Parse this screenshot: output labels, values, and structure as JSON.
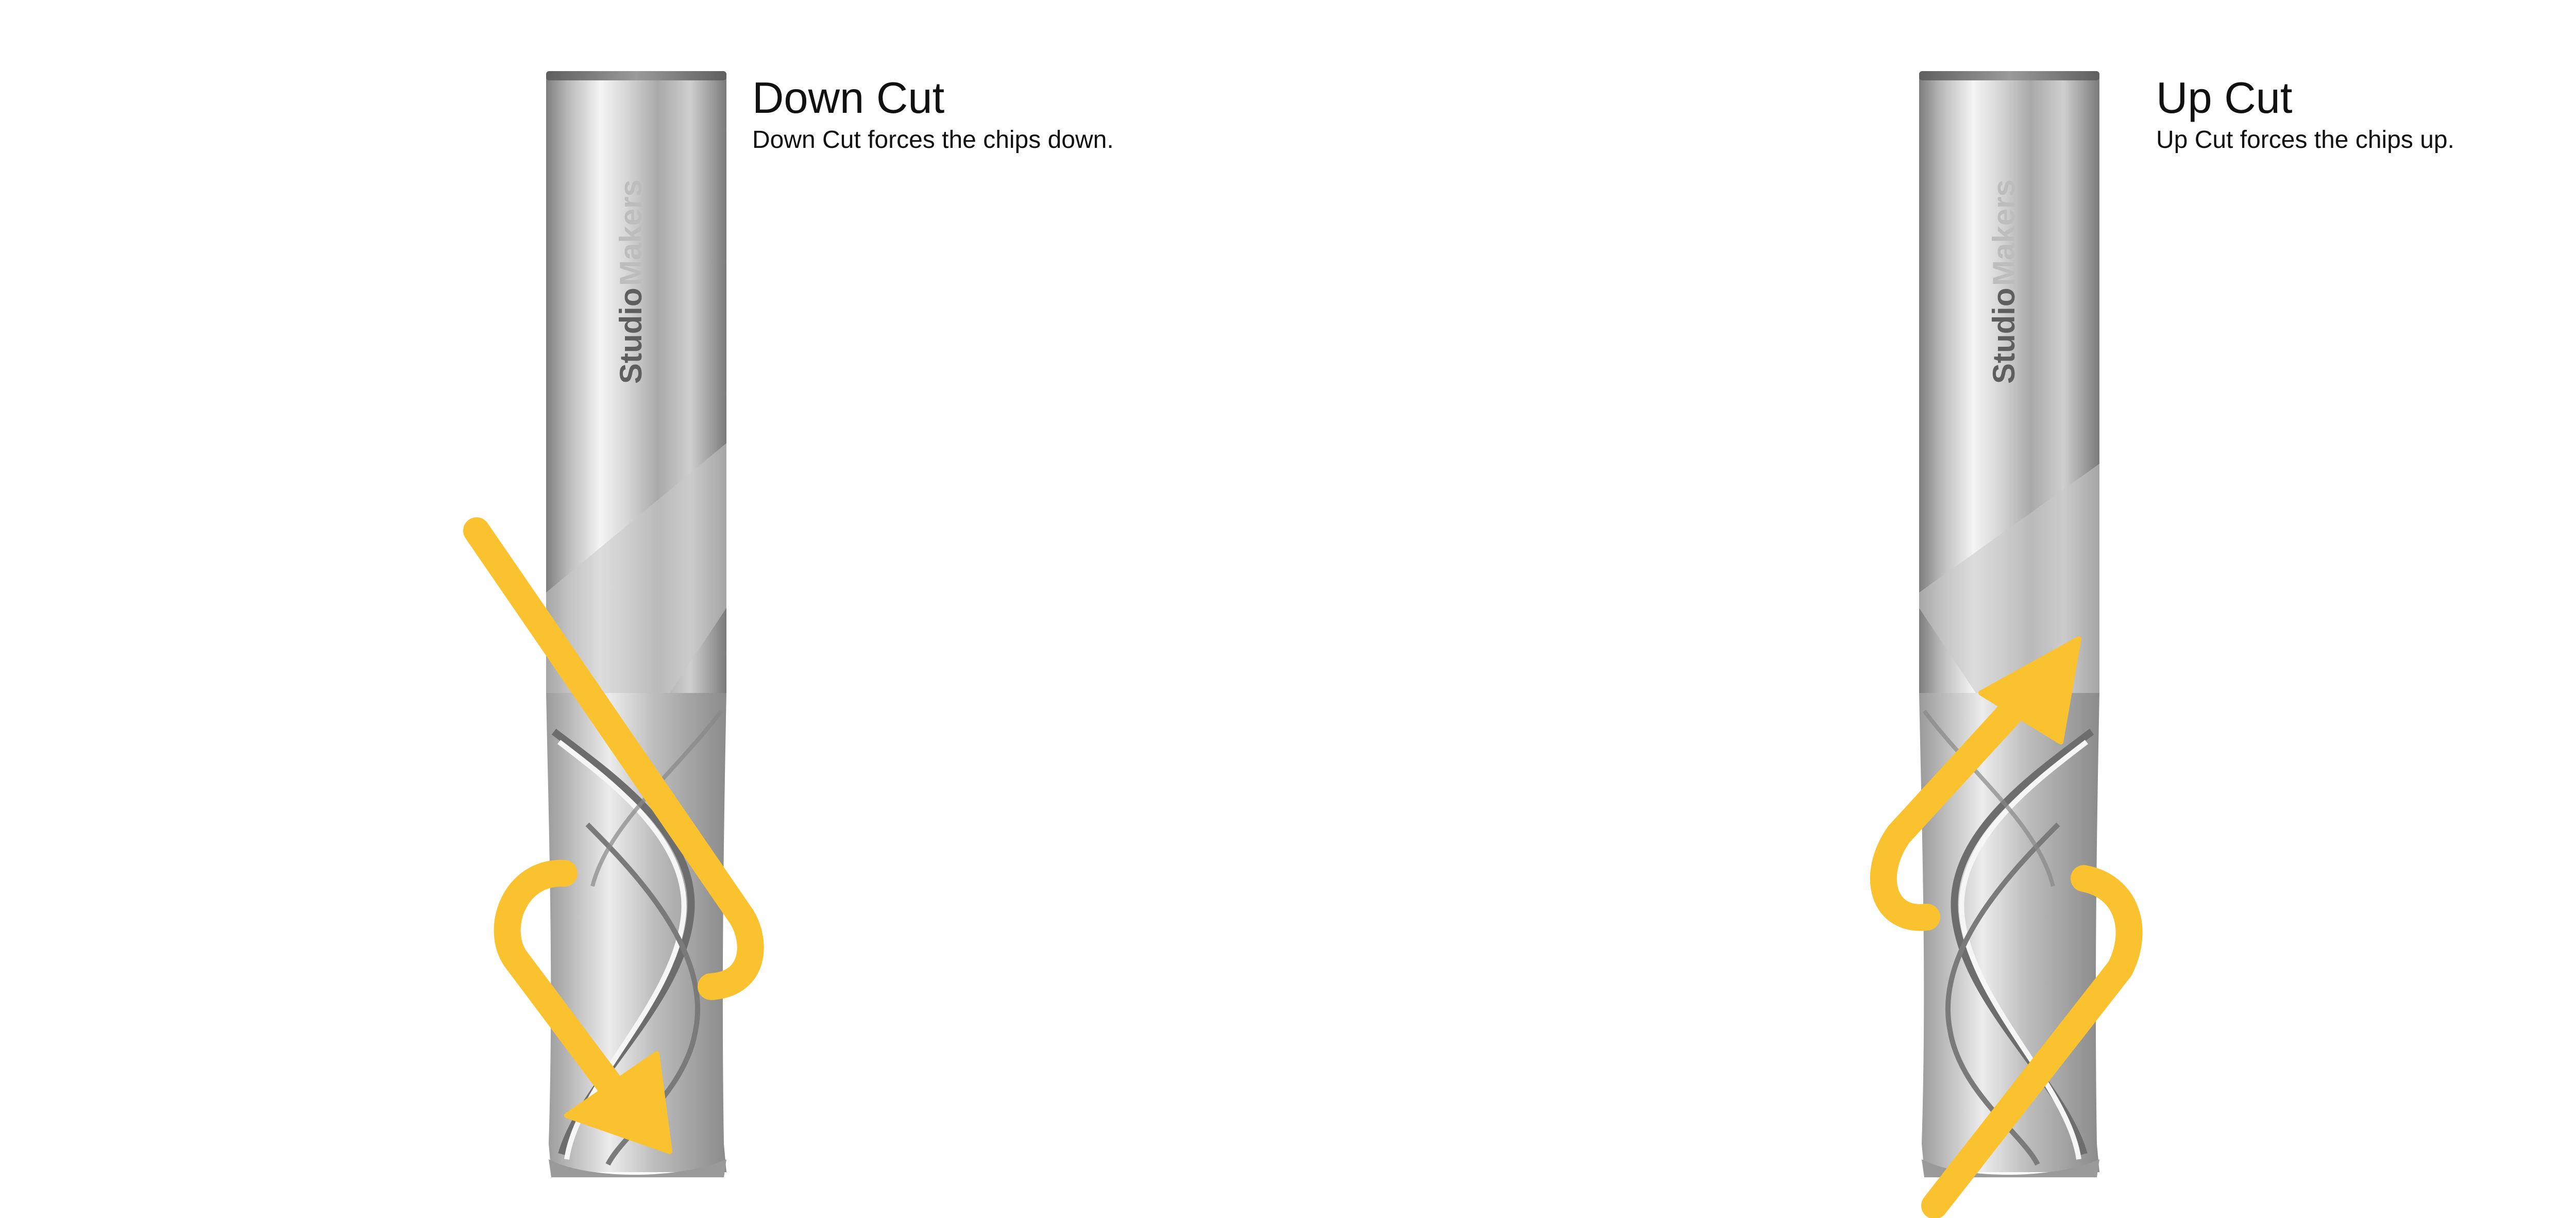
{
  "panels": {
    "down": {
      "title": "Down Cut",
      "description": "Down Cut forces the chips down.",
      "brand_word": "Studio",
      "brand_word_faded": "Makers",
      "arrow_direction": "down"
    },
    "up": {
      "title": "Up Cut",
      "description": "Up Cut forces the chips up.",
      "brand_word": "Studio",
      "brand_word_faded": "Makers",
      "arrow_direction": "up"
    }
  },
  "colors": {
    "arrow": "#F9C22E",
    "background": "#FFFFFF",
    "metal_dark": "#8E8E8E",
    "metal_light": "#EDEDED",
    "text": "#111111"
  },
  "icons": {
    "arrow": "curved-arrow-icon",
    "bit": "spiral-router-bit"
  }
}
